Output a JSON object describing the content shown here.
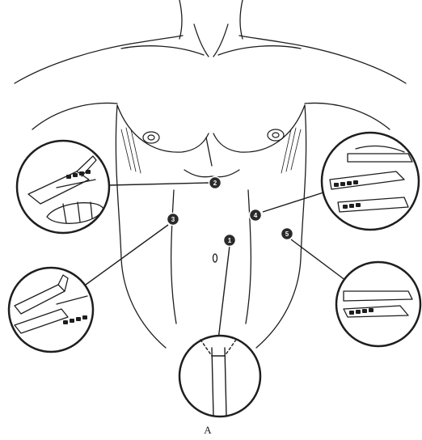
{
  "figure": {
    "label": "A",
    "ports": [
      {
        "id": "port-1",
        "number": "1"
      },
      {
        "id": "port-2",
        "number": "2"
      },
      {
        "id": "port-3",
        "number": "3"
      },
      {
        "id": "port-4",
        "number": "4"
      },
      {
        "id": "port-5",
        "number": "5"
      }
    ],
    "insets": [
      {
        "id": "inset-port-2",
        "depicts": "grasper-with-bowel"
      },
      {
        "id": "inset-port-3",
        "depicts": "grasper-pair"
      },
      {
        "id": "inset-port-4",
        "depicts": "stacked-graspers"
      },
      {
        "id": "inset-port-5",
        "depicts": "grasper"
      },
      {
        "id": "inset-port-1",
        "depicts": "laparoscope-trocar"
      }
    ],
    "colors": {
      "ink": "#1e1e1e",
      "paper": "#ffffff"
    }
  }
}
